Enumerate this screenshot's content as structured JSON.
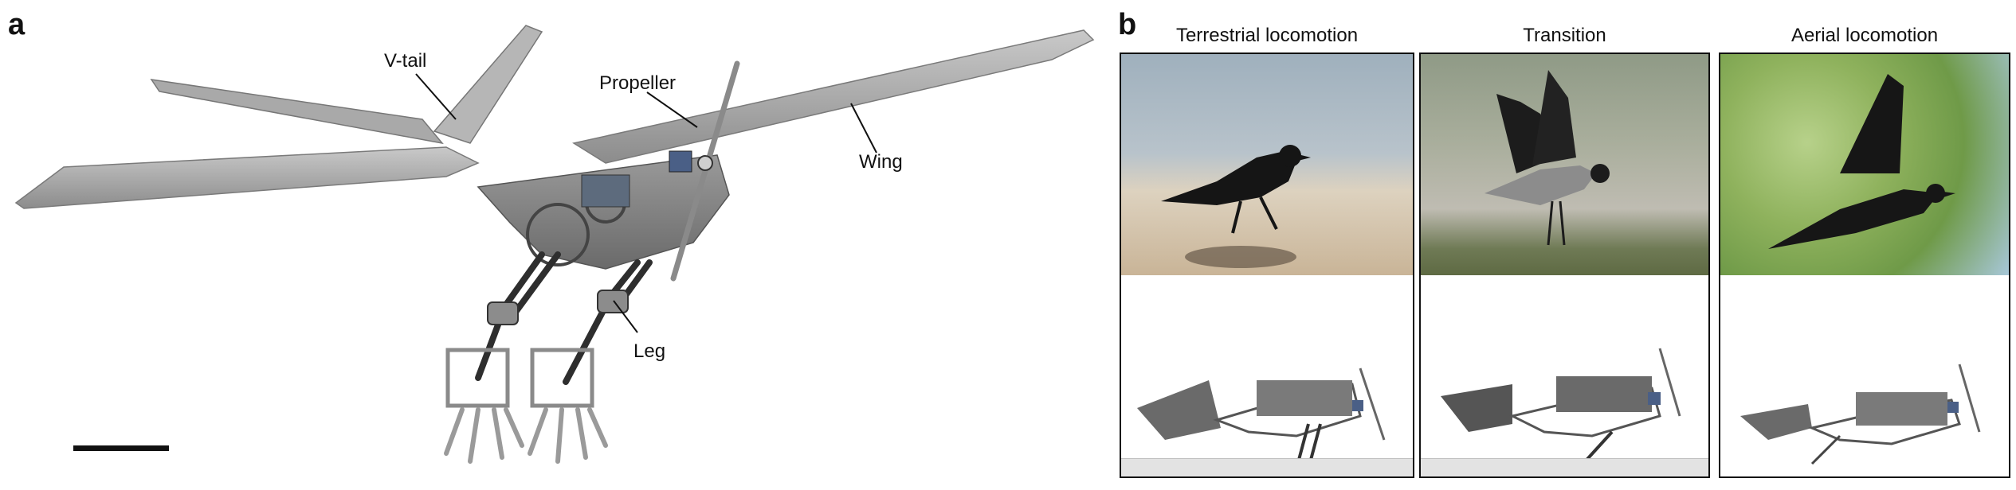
{
  "panel_a": {
    "letter": "a",
    "callouts": {
      "v_tail": "V-tail",
      "propeller": "Propeller",
      "wing": "Wing",
      "leg": "Leg"
    }
  },
  "panel_b": {
    "letter": "b",
    "columns": [
      {
        "title": "Terrestrial locomotion"
      },
      {
        "title": "Transition"
      },
      {
        "title": "Aerial locomotion"
      }
    ]
  }
}
